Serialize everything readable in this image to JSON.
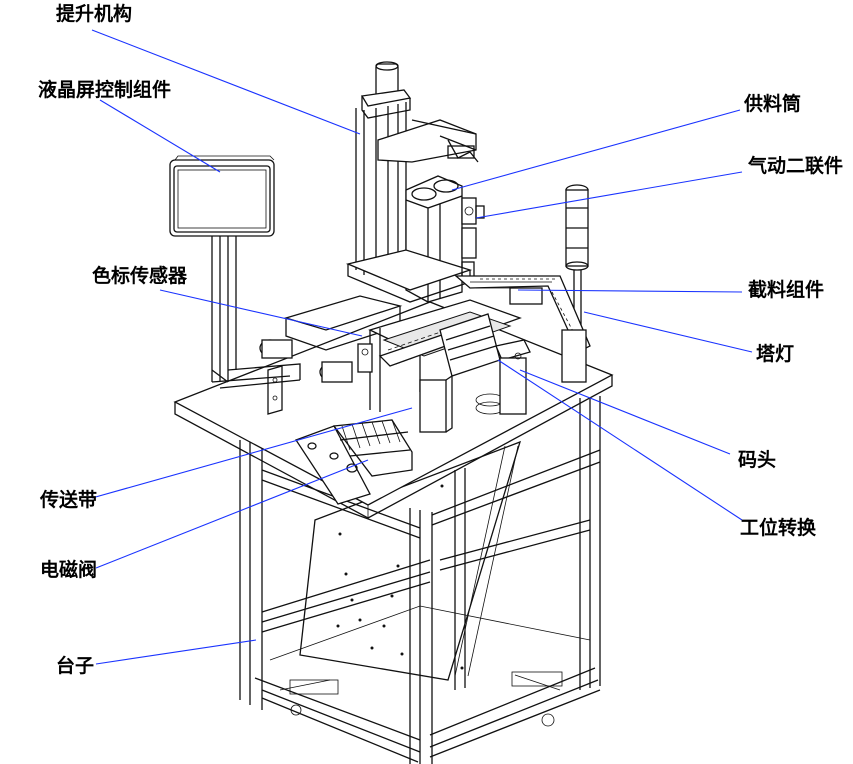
{
  "labels": {
    "lift": "提升机构",
    "lcd": "液晶屏控制组件",
    "feeder": "供料筒",
    "frl": "气动二联件",
    "color_sensor": "色标传感器",
    "cutoff": "截料组件",
    "tower_light": "塔灯",
    "stopper": "码头",
    "belt": "传送带",
    "station_switch": "工位转换",
    "solenoid": "电磁阀",
    "table": "台子"
  },
  "colors": {
    "leader": "#1a33ff",
    "line": "#111111"
  }
}
